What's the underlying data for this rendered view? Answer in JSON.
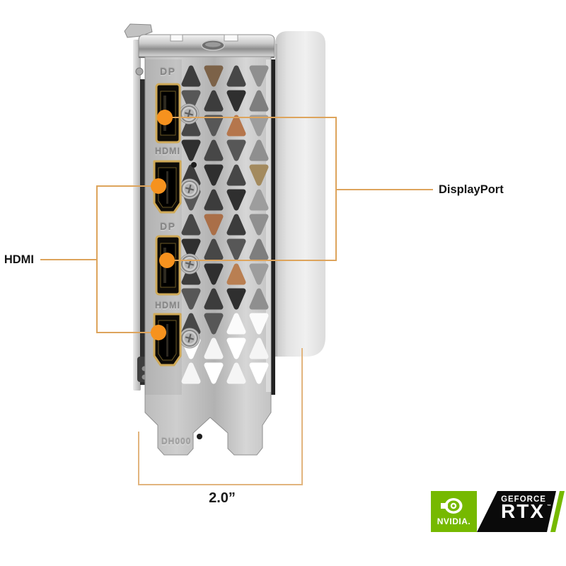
{
  "bracket": {
    "port_labels": [
      "DP",
      "HDMI",
      "DP",
      "HDMI"
    ],
    "marking": "DH000"
  },
  "callouts": {
    "hdmi_label": "HDMI",
    "displayport_label": "DisplayPort"
  },
  "dimension": {
    "width_label": "2.0”"
  },
  "badge": {
    "nvidia_text": "NVIDIA.",
    "geforce_text": "GEFORCE",
    "rtx_text": "RTX",
    "trademark": "™"
  },
  "colors": {
    "callout_line": "#DDA45C",
    "callout_dot": "#F6921E",
    "dimension_line": "#E2B57E",
    "nvidia_green": "#76B900",
    "badge_black": "#0A0A0A"
  }
}
